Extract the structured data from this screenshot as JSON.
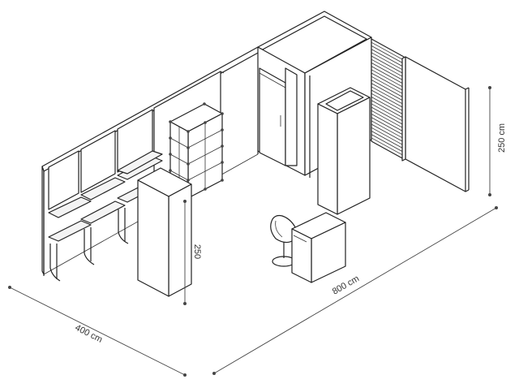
{
  "dimensions": {
    "width_label": "800 cm",
    "depth_label": "400 cm",
    "height_label": "250 cm",
    "tower_height_label": "250"
  }
}
